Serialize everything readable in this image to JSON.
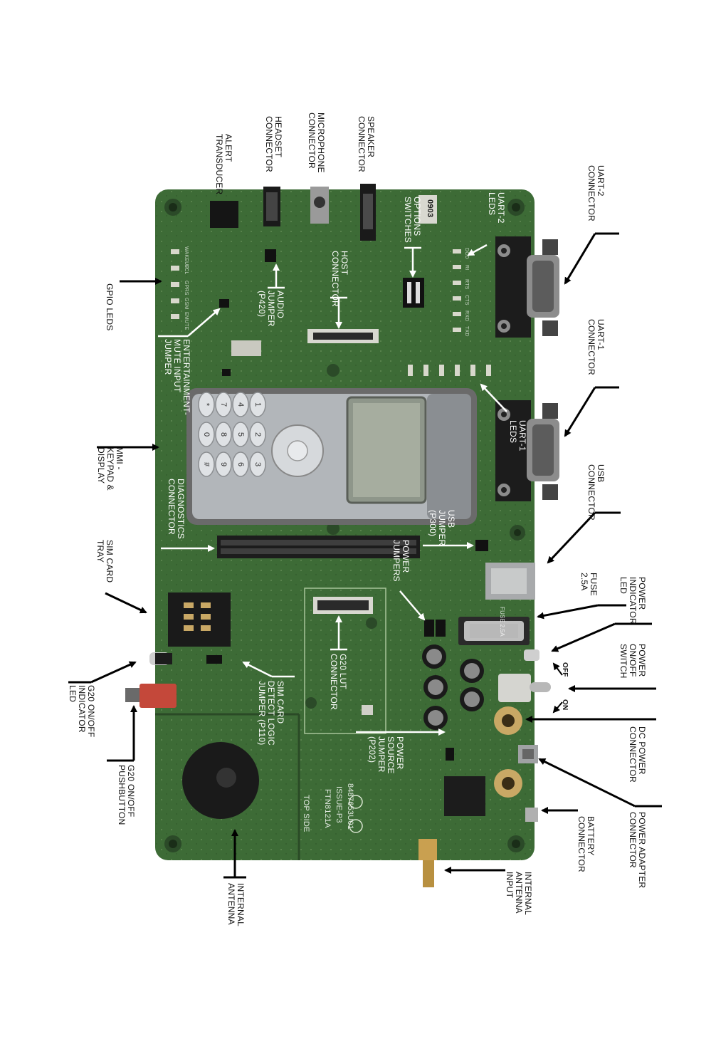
{
  "colors": {
    "pcb": "#3d6b36",
    "pcb_dark": "#2f5a2c",
    "arrow": "#000000",
    "arrow_light": "#ffffff",
    "metal": "#b8bcc0",
    "lcd": "#8e968a",
    "connector_black": "#1c1c1c"
  },
  "labels": {
    "alert_transducer": "ALERT\nTRANSDUCER",
    "headset_connector": "HEADSET\nCONNECTOR",
    "microphone_connector": "MICROPHONE\nCONNECTOR",
    "speaker_connector": "SPEAKER\nCONNECTOR",
    "uart2_connector": "UART-2\nCONNECTOR",
    "uart2_leds": "UART-2\nLEDs",
    "options_switches": "OPTIONS\nSWITCHES",
    "host_connector": "HOST\nCONNECTOR",
    "audio_jumper": "AUDIO\nJUMPER\n(P420)",
    "gpio_leds": "GPIO LEDs",
    "entertainment_mute": "ENTERTAINMENT-\nMUTE INPUT\nJUMPER",
    "uart1_connector": "UART-1\nCONNECTOR",
    "uart1_leds": "UART-1\nLEDs",
    "mmi_keypad_display": "MMI -\nKEYPAD &\nDISPLAY",
    "usb_connector": "USB\nCONNECTOR",
    "diagnostics_connector": "DIAGNOSTICS\nCONNECTOR",
    "usb_jumper": "USB\nJUMPER\n(P300)",
    "power_jumpers": "POWER\nJUMPERS",
    "sim_card_tray": "SIM CARD\nTRAY",
    "fuse": "FUSE\n2.5A",
    "power_indicator_led": "POWER\nINDICATOR\nLED",
    "g20_lut_connector": "G20 LUT\nCONNECTOR",
    "power_onoff_switch": "POWER\nON/OFF\nSWITCH",
    "sim_detect_jumper": "SIM CARD\nDETECT LOGIC\nJUMPER (P110)",
    "g20_onoff_led": "G20 ON/OFF\nINDICATOR\nLED",
    "dc_power_connector": "DC POWER\nCONNECTOR",
    "power_source_jumper": "POWER\nSOURCE\nJUMPER\n(P202)",
    "g20_onoff_pushbutton": "G20 ON/OFF\nPUSHBUTTON",
    "power_adapter_connector": "POWER ADAPTER\nCONNECTOR",
    "battery_connector": "BATTERY\nCONNECTOR",
    "internal_antenna": "INTERNAL\nANTENNA",
    "internal_antenna_input": "INTERNAL\nANTENNA\nINPUT"
  },
  "switch_marks": {
    "off": "OFF",
    "on": "ON"
  },
  "board_marks": {
    "date_code": "0903",
    "serial": "8487653U01",
    "issue": "ISSUE-P3",
    "part": "FTN8121A",
    "side": "TOP SIDE",
    "fuse_mark": "FUSE 2.5A",
    "copyright": "©"
  },
  "gpio_led_marks": [
    "WAKEUP",
    "LCL",
    "GPRS",
    "GSM",
    "EMUTE"
  ],
  "uart2_led_marks": [
    "DCD",
    "RI",
    "RTS",
    "CTS",
    "RXD",
    "TXD"
  ],
  "keypad_keys": [
    "1",
    "2",
    "3",
    "4",
    "5",
    "6",
    "7",
    "8",
    "9",
    "*",
    "0",
    "#"
  ]
}
